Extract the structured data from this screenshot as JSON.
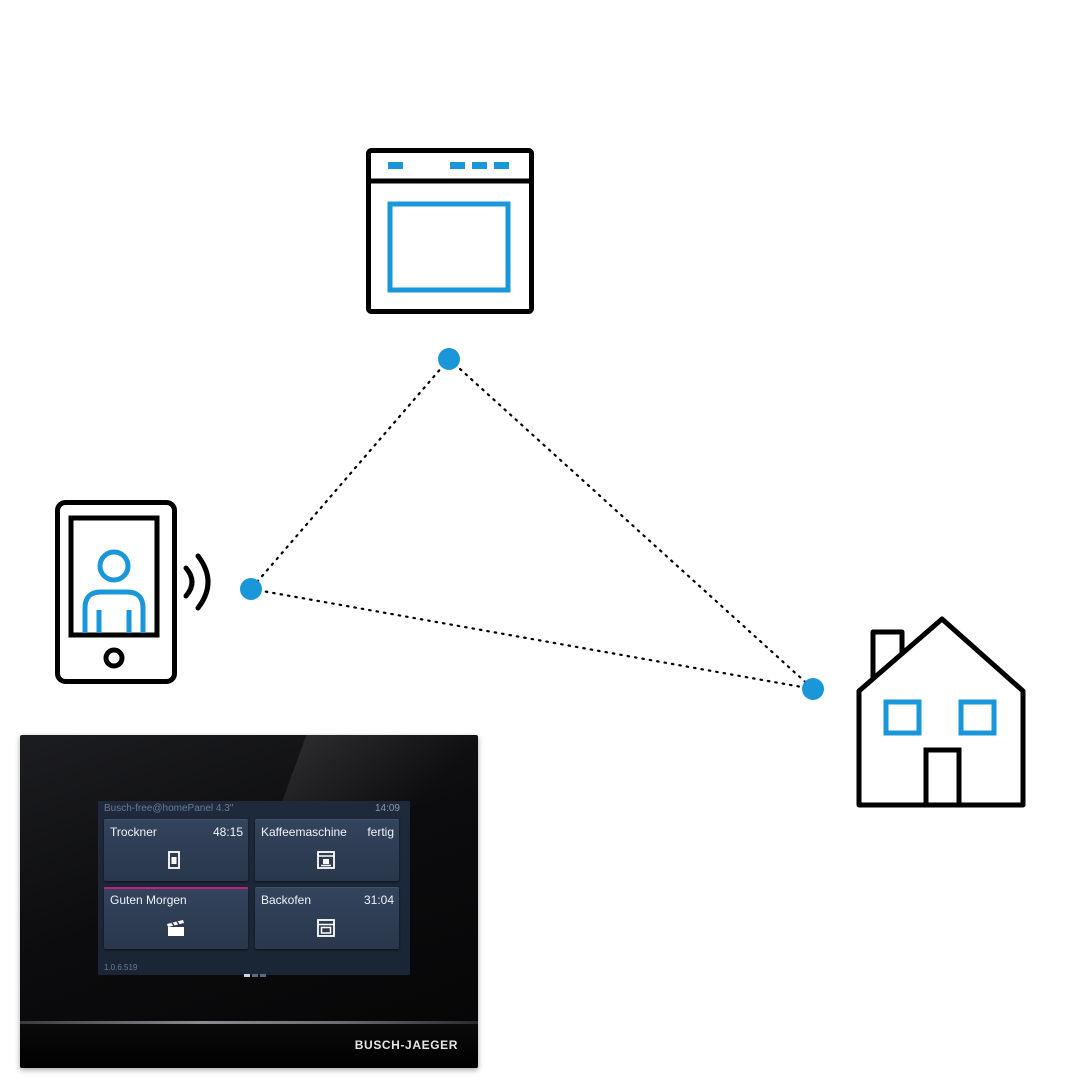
{
  "colors": {
    "accent": "#1a97d8",
    "line": "#000000",
    "panel_bg": "#1e2a3c",
    "tile_bg": "#34445d",
    "highlight": "#c2207e"
  },
  "icons": {
    "browser": "browser-window-icon",
    "phone": "smartphone-user-icon",
    "wireless": "wireless-signal-icon",
    "house": "house-icon"
  },
  "panel": {
    "title": "Busch-free@homePanel 4.3\"",
    "time": "14:09",
    "version": "1.0.6.519",
    "brand": "BUSCH-JAEGER",
    "page_count": 3,
    "active_page": 1,
    "tiles": [
      {
        "name": "Trockner",
        "value": "48:15",
        "icon": "dryer-icon"
      },
      {
        "name": "Kaffeemaschine",
        "value": "fertig",
        "icon": "coffee-machine-icon"
      },
      {
        "name": "Guten Morgen",
        "value": "",
        "icon": "scene-clapper-icon",
        "active": true
      },
      {
        "name": "Backofen",
        "value": "31:04",
        "icon": "oven-icon"
      }
    ]
  }
}
